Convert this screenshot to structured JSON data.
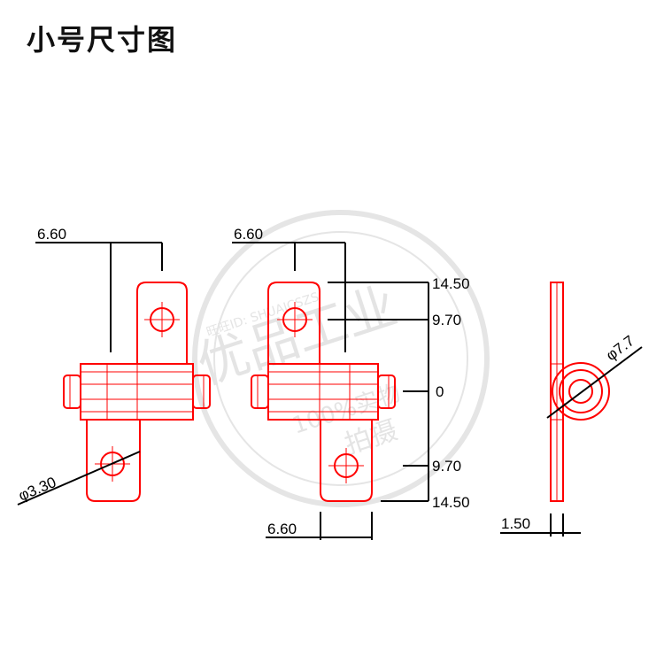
{
  "title": "小号尺寸图",
  "colors": {
    "part": "#ff0000",
    "dimension": "#000000",
    "watermark": "#cccccc"
  },
  "watermark": {
    "seal_text": [
      "优品工业",
      "100%实物拍摄",
      "旺旺ID: SHUAICSZS"
    ],
    "note": "circular seal watermark, rendered as graphic"
  },
  "front_view": {
    "dim_width": "6.60",
    "dim_hole": "φ3.30"
  },
  "side_view": {
    "dim_width_top": "6.60",
    "dim_width_bottom": "6.60",
    "ordinate_labels": [
      "14.50",
      "9.70",
      "0",
      "9.70",
      "14.50"
    ]
  },
  "end_view": {
    "dim_diameter": "φ7.7",
    "dim_thickness": "1.50"
  }
}
